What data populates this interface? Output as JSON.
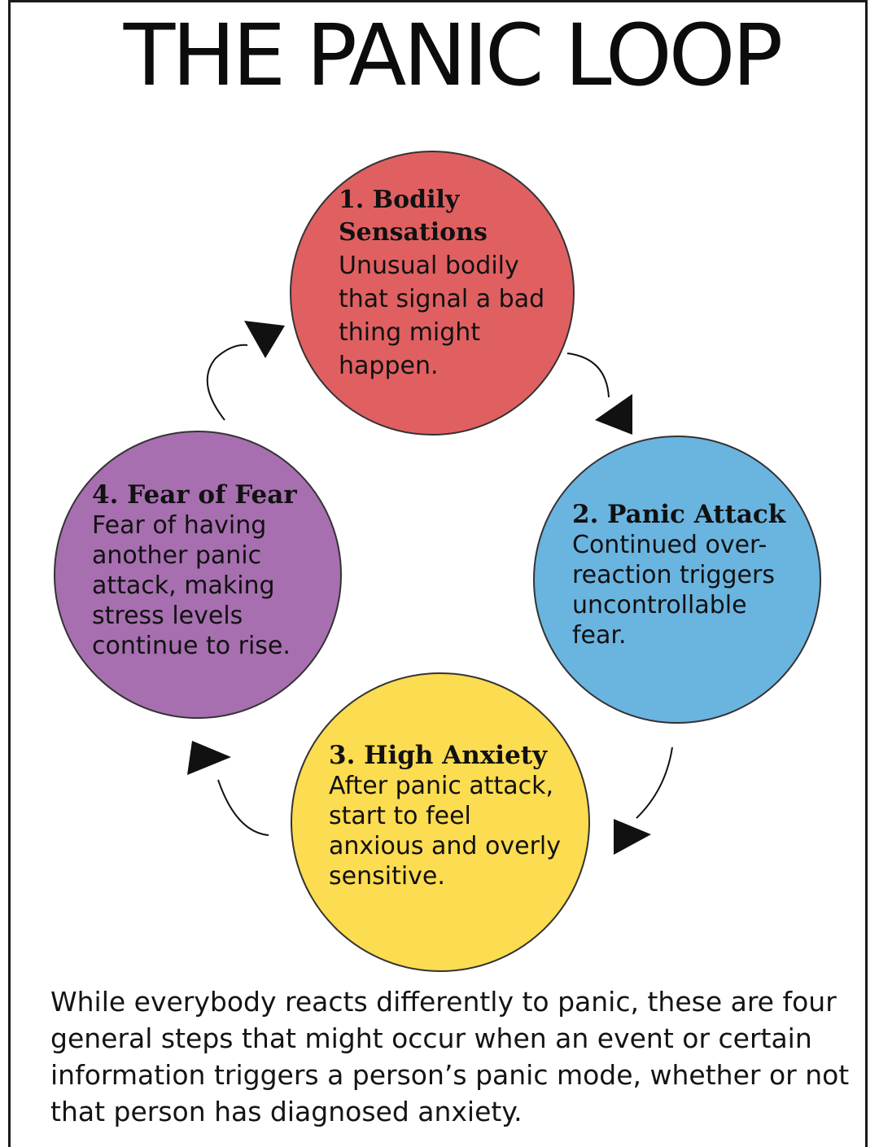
{
  "title": "THE PANIC LOOP",
  "steps": [
    {
      "heading": "1. Bodily Sensations",
      "body": "Unusual bodily that signal a bad thing might happen.",
      "color": "#e06062"
    },
    {
      "heading": "2. Panic Attack",
      "body": "Continued over-reaction triggers uncontrollable fear.",
      "color": "#6ab4e0"
    },
    {
      "heading": "3. High Anxiety",
      "body": "After panic attack, start to feel anxious and overly sensitive.",
      "color": "#fcdc50"
    },
    {
      "heading": "4. Fear of Fear",
      "body": "Fear of having another panic attack, making stress levels continue to rise.",
      "color": "#a76fb0"
    }
  ],
  "caption": "While everybody reacts differently to panic, these are four general steps that might occur when an event or certain information triggers a person’s panic mode, whether or not that person has diagnosed anxiety.",
  "colors": {
    "outline": "#333333",
    "arrow": "#111111"
  }
}
